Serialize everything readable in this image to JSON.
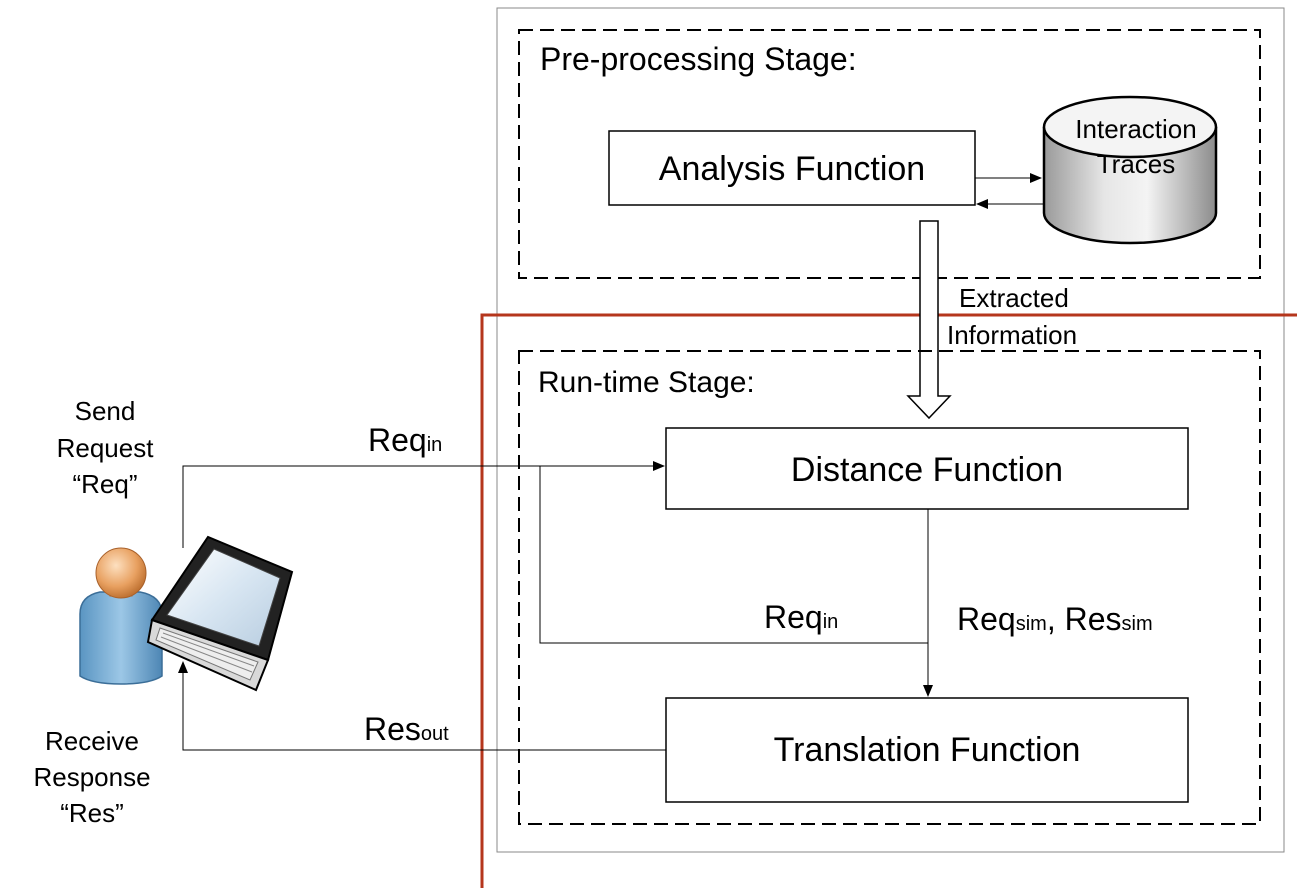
{
  "pre_stage": {
    "title": "Pre-processing Stage:"
  },
  "run_stage": {
    "title": "Run-time Stage:"
  },
  "analysis_function": {
    "label": "Analysis Function"
  },
  "interaction_traces": {
    "line1": "Interaction",
    "line2": "Traces"
  },
  "extracted_information": {
    "line1": "Extracted",
    "line2": "Information"
  },
  "distance_function": {
    "label": "Distance Function"
  },
  "translation_function": {
    "label": "Translation Function"
  },
  "req_in_top": {
    "base": "Req",
    "sub": "in"
  },
  "req_in_inner": {
    "base": "Req",
    "sub": "in"
  },
  "req_sim_res_sim": {
    "base1": "Req",
    "sub1": "sim",
    "sep": ", ",
    "base2": "Res",
    "sub2": "sim"
  },
  "res_out": {
    "base": "Res",
    "sub": "out"
  },
  "send_request": {
    "line1": "Send",
    "line2": "Request",
    "line3": "“Req”"
  },
  "receive_response": {
    "line1": "Receive",
    "line2": "Response",
    "line3": "“Res”"
  },
  "colors": {
    "highlight_frame": "#b5361c",
    "db_fill_light": "#f2f2f2",
    "db_fill_dark": "#b0b0b0"
  },
  "icons": {
    "user": "user-with-laptop-icon",
    "database": "database-cylinder-icon"
  }
}
